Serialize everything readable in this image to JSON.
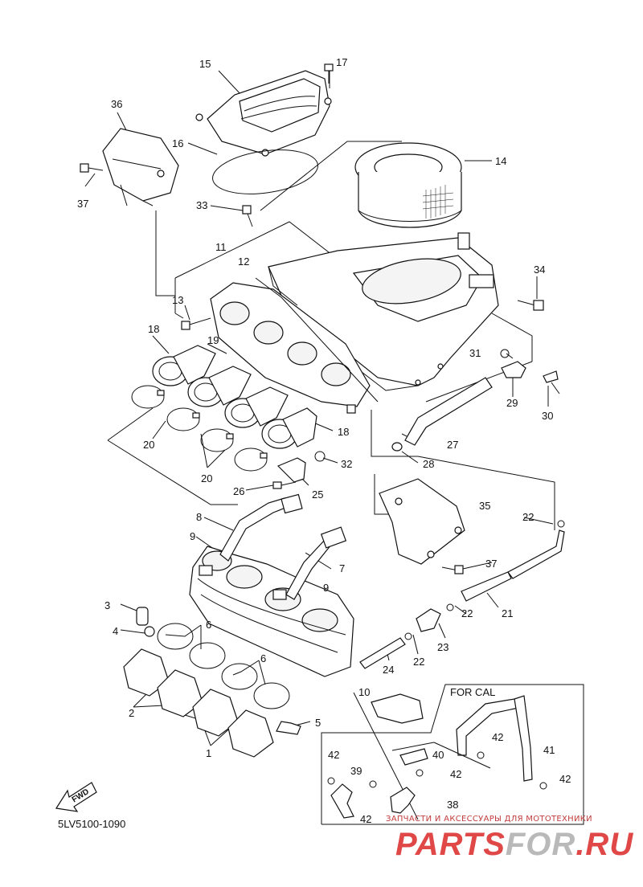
{
  "diagram": {
    "code": "5LV5100-1090",
    "subdiagram_title": "FOR CAL",
    "fwd_label": "FWD",
    "callouts": [
      "1",
      "2",
      "3",
      "4",
      "5",
      "6",
      "6",
      "7",
      "8",
      "9",
      "9",
      "10",
      "11",
      "12",
      "13",
      "14",
      "15",
      "16",
      "17",
      "18",
      "18",
      "19",
      "20",
      "20",
      "21",
      "22",
      "22",
      "22",
      "23",
      "24",
      "25",
      "26",
      "27",
      "28",
      "29",
      "30",
      "31",
      "32",
      "33",
      "34",
      "35",
      "36",
      "37",
      "37",
      "38",
      "39",
      "40",
      "41",
      "42",
      "42",
      "42",
      "42",
      "42"
    ]
  },
  "watermark": {
    "subtitle": "ЗАПЧАСТИ И АКСЕССУАРЫ ДЛЯ МОТОТЕХНИКИ",
    "parts": [
      "PARTS",
      "FOR",
      ".RU"
    ],
    "colors": {
      "red": "#e04848",
      "gray": "#b9b9b9"
    }
  }
}
